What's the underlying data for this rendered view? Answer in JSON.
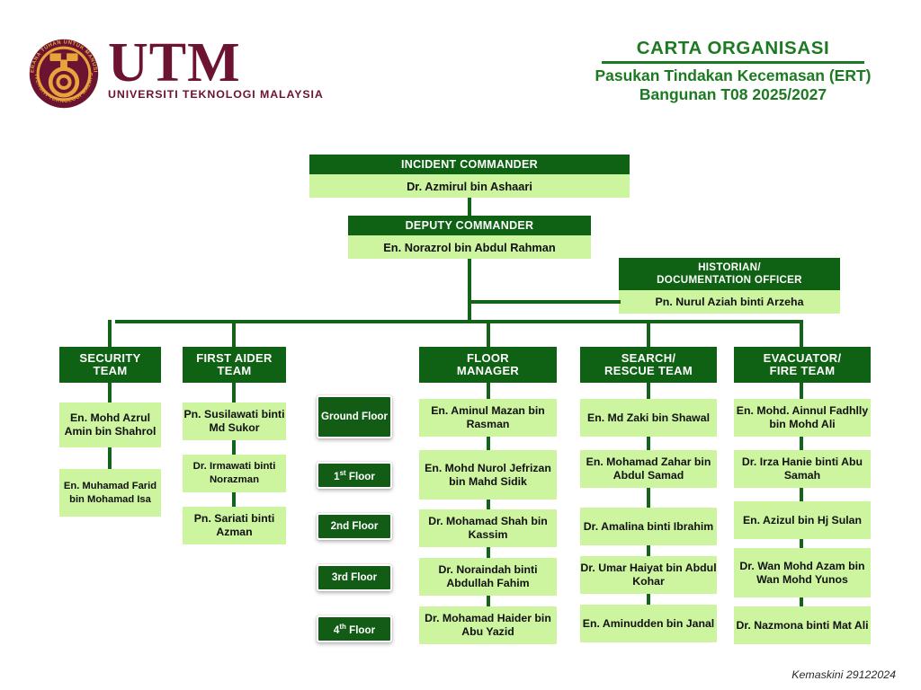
{
  "brand": {
    "seal_alt": "utm-seal",
    "wordmark": "UTM",
    "wordmark_sub": "UNIVERSITI TEKNOLOGI MALAYSIA",
    "color": "#6b1330"
  },
  "header": {
    "title": "CARTA ORGANISASI",
    "subtitle_line1": "Pasukan Tindakan Kecemasan (ERT)",
    "subtitle_line2": "Bangunan T08 2025/2027",
    "color": "#1d7a22"
  },
  "colors": {
    "header_box": "#0f6213",
    "name_box": "#cdf5a0",
    "line": "#14631a",
    "floor_button": "#125c16"
  },
  "chart": {
    "incident_commander": {
      "role": "INCIDENT COMMANDER",
      "name": "Dr. Azmirul bin Ashaari"
    },
    "deputy_commander": {
      "role": "DEPUTY COMMANDER",
      "name": "En. Norazrol bin Abdul Rahman"
    },
    "historian": {
      "role_line1": "HISTORIAN/",
      "role_line2": "DOCUMENTATION OFFICER",
      "name": "Pn. Nurul Aziah binti Arzeha"
    },
    "teams": [
      {
        "key": "security",
        "role_line1": "SECURITY",
        "role_line2": "TEAM",
        "members": [
          "En. Mohd Azrul Amin bin Shahrol",
          "En. Muhamad Farid bin Mohamad Isa"
        ]
      },
      {
        "key": "first-aider",
        "role_line1": "FIRST AIDER",
        "role_line2": "TEAM",
        "members": [
          "Pn. Susilawati binti Md Sukor",
          "Dr. Irmawati binti Norazman",
          "Pn. Sariati binti Azman"
        ]
      },
      {
        "key": "floor-manager",
        "role_line1": "FLOOR",
        "role_line2": "MANAGER",
        "members": [
          "En. Aminul Mazan bin Rasman",
          "En. Mohd Nurol Jefrizan bin Mahd Sidik",
          "Dr. Mohamad Shah bin Kassim",
          "Dr. Noraindah binti Abdullah Fahim",
          "Dr. Mohamad Haider bin Abu Yazid"
        ]
      },
      {
        "key": "search-rescue",
        "role_line1": "SEARCH/",
        "role_line2": "RESCUE TEAM",
        "members": [
          "En. Md Zaki bin Shawal",
          "En. Mohamad Zahar bin Abdul Samad",
          "Dr. Amalina binti Ibrahim",
          "Dr. Umar Haiyat bin Abdul Kohar",
          "En. Aminudden bin Janal"
        ]
      },
      {
        "key": "evacuator-fire",
        "role_line1": "EVACUATOR/",
        "role_line2": "FIRE TEAM",
        "members": [
          "En. Mohd. Ainnul Fadhlly bin Mohd Ali",
          "Dr. Irza Hanie binti Abu Samah",
          "En. Azizul bin Hj Sulan",
          "Dr. Wan Mohd Azam bin Wan Mohd Yunos",
          "Dr. Nazmona binti Mat Ali"
        ]
      }
    ],
    "floors": [
      {
        "label": "Ground Floor",
        "main": "Ground",
        "sup": "",
        "tail": "Floor"
      },
      {
        "label": "1st Floor",
        "main": "1",
        "sup": "st",
        "tail": " Floor"
      },
      {
        "label": "2nd Floor",
        "main": "2nd",
        "sup": "",
        "tail": " Floor"
      },
      {
        "label": "3rd Floor",
        "main": "3rd",
        "sup": "",
        "tail": " Floor"
      },
      {
        "label": "4th Floor",
        "main": "4",
        "sup": "th",
        "tail": " Floor"
      }
    ]
  },
  "footer": {
    "text": "Kemaskini 29122024"
  }
}
